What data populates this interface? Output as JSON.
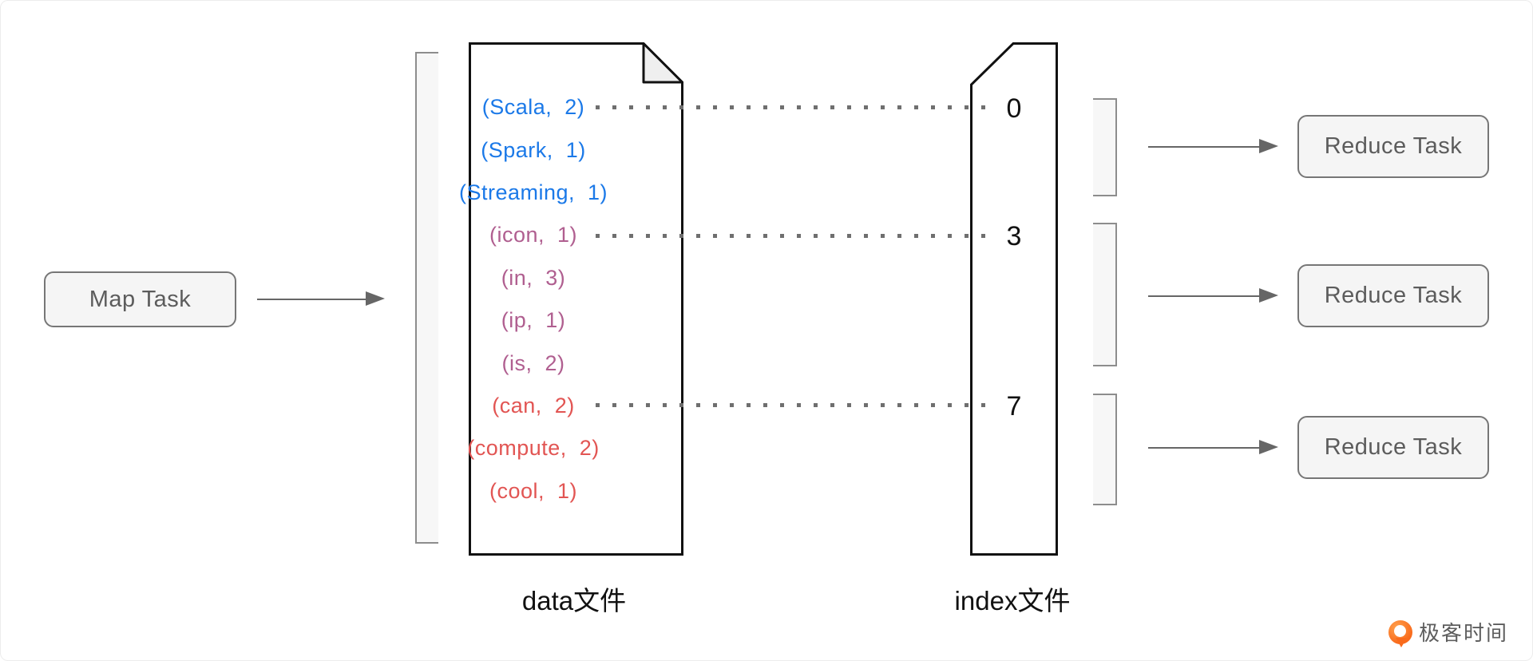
{
  "map_task": {
    "label": "Map Task"
  },
  "data_file": {
    "label": "data文件",
    "entries": [
      {
        "text": "(Scala,  2)",
        "color": "#1b79e8"
      },
      {
        "text": "(Spark,  1)",
        "color": "#1b79e8"
      },
      {
        "text": "(Streaming,  1)",
        "color": "#1b79e8"
      },
      {
        "text": "(icon,  1)",
        "color": "#b05f90"
      },
      {
        "text": "(in,  3)",
        "color": "#b05f90"
      },
      {
        "text": "(ip,  1)",
        "color": "#b05f90"
      },
      {
        "text": "(is,  2)",
        "color": "#b05f90"
      },
      {
        "text": "(can,  2)",
        "color": "#e25553"
      },
      {
        "text": "(compute,  2)",
        "color": "#e25553"
      },
      {
        "text": "(cool,  1)",
        "color": "#e25553"
      }
    ]
  },
  "index_file": {
    "label": "index文件",
    "markers": [
      {
        "value": "0"
      },
      {
        "value": "3"
      },
      {
        "value": "7"
      }
    ]
  },
  "reduce_tasks": [
    {
      "label": "Reduce Task"
    },
    {
      "label": "Reduce Task"
    },
    {
      "label": "Reduce Task"
    }
  ],
  "logo": {
    "text": "极客时间"
  },
  "colors": {
    "entry_blue": "#1b79e8",
    "entry_purple": "#b05f90",
    "entry_red": "#e25553",
    "shape_border": "#111111",
    "box_border": "#767676",
    "box_fill": "#f5f5f5",
    "arrow": "#666666",
    "logo_orange": "#f96b1c"
  }
}
